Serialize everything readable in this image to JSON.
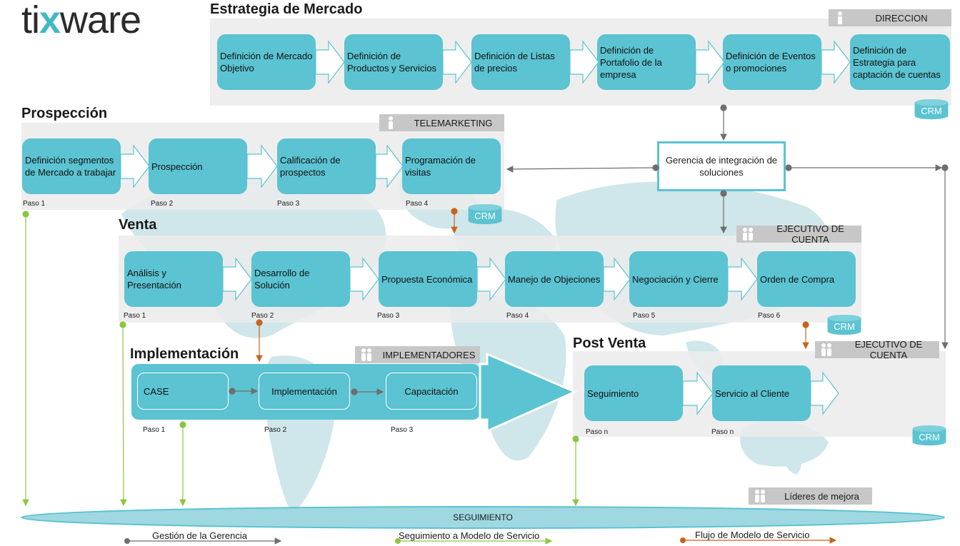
{
  "logo": {
    "text_before": "ti",
    "text_x": "x",
    "text_after": "ware"
  },
  "strategy": {
    "title": "Estrategia de Mercado",
    "role": "DIRECCION",
    "crm": "CRM",
    "boxes": [
      "Definición de Mercado Objetivo",
      "Definición de Productos y Servicios",
      "Definición de Listas de precios",
      "Definición de Portafolio de la empresa",
      "Definición de Eventos o promociones",
      "Definición de Estrategia para captación de cuentas"
    ]
  },
  "hub": {
    "label": "Gerencia de integración de soluciones"
  },
  "prospeccion": {
    "title": "Prospección",
    "role": "TELEMARKETING",
    "crm": "CRM",
    "boxes": [
      "Definición segmentos de Mercado a trabajar",
      "Prospección",
      "Calificación de prospectos",
      "Programación de visitas"
    ],
    "pasos": [
      "Paso 1",
      "Paso 2",
      "Paso 3",
      "Paso 4"
    ]
  },
  "venta": {
    "title": "Venta",
    "role": "EJECUTIVO DE CUENTA",
    "crm": "CRM",
    "boxes": [
      "Análisis y Presentación",
      "Desarrollo de Solución",
      "Propuesta Económica",
      "Manejo de Objeciones",
      "Negociación y Cierre",
      "Orden de Compra"
    ],
    "pasos": [
      "Paso 1",
      "Paso 2",
      "Paso 3",
      "Paso 4",
      "Paso 5",
      "Paso 6"
    ]
  },
  "implementacion": {
    "title": "Implementación",
    "role": "IMPLEMENTADORES",
    "boxes": [
      "CASE",
      "Implementación",
      "Capacitación"
    ],
    "pasos": [
      "Paso 1",
      "Paso 2",
      "Paso 3"
    ]
  },
  "postventa": {
    "title": "Post Venta",
    "role": "EJECUTIVO DE CUENTA",
    "crm": "CRM",
    "boxes": [
      "Seguimiento",
      "Servicio al Cliente"
    ],
    "pasos": [
      "Paso n",
      "Paso n"
    ]
  },
  "lideres": {
    "role": "Líderes de mejora"
  },
  "seguimiento": {
    "label": "SEGUIMIENTO"
  },
  "legend": {
    "items": [
      {
        "label": "Gestión de la Gerencia",
        "color": "#6e6e6e"
      },
      {
        "label": "Seguimiento a Modelo de Servicio",
        "color": "#8cc63f"
      },
      {
        "label": "Flujo de Modelo de Servicio",
        "color": "#c8641e"
      }
    ]
  },
  "colors": {
    "accent": "#5bc3d1",
    "panel": "#ececec",
    "role": "#c7c7c7",
    "map": "#cfe6ea"
  }
}
